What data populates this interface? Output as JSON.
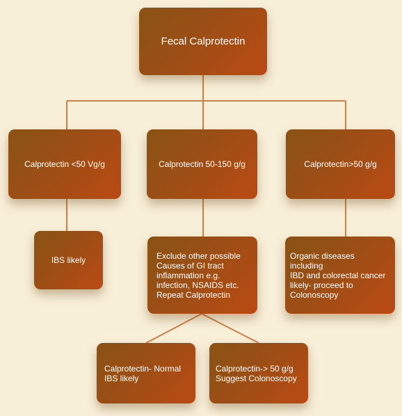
{
  "colors": {
    "background": "#f8efd9",
    "box_gradient_start": "#8a5314",
    "box_gradient_end": "#bb4a14",
    "connector": "#cf7e46",
    "text": "#ffffff"
  },
  "root": {
    "label": "Fecal Calprotectin"
  },
  "level1": [
    {
      "label": "Calprotectin <50 Vg/g"
    },
    {
      "label": "Calprotectin 50-150 g/g"
    },
    {
      "label": "Calprotectin>50 g/g"
    }
  ],
  "level2": [
    {
      "label": "IBS likely"
    },
    {
      "label": "Exclude other possible\nCauses of GI tract\ninflammation e.g.\ninfection, NSAIDS etc.\nRepeat Calprotectin"
    },
    {
      "label": "Organic diseases including\nIBD and colorectal cancer\nlikely- proceed to\nColonoscopy"
    }
  ],
  "level3": [
    {
      "label": "Calprotectin- Normal\nIBS likely"
    },
    {
      "label": "Calprotectin-> 50 g/g\nSuggest Colonoscopy"
    }
  ]
}
